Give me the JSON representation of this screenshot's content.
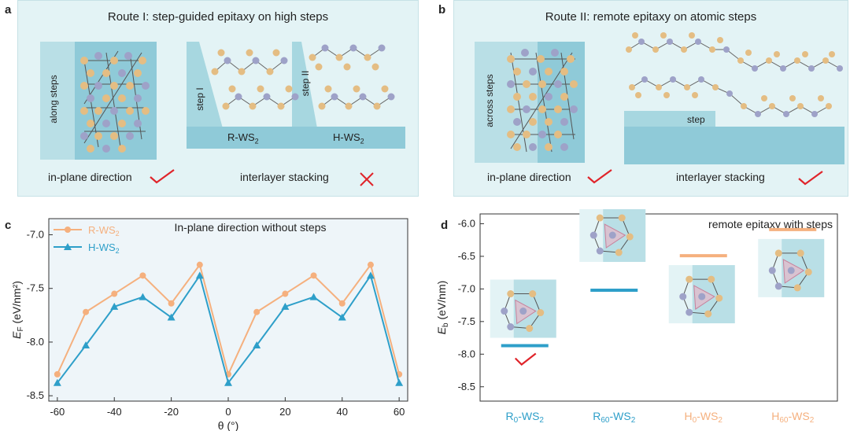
{
  "panel_a": {
    "letter": "a",
    "title": "Route I: step-guided epitaxy on high steps",
    "along_steps": "along steps",
    "step1": "step I",
    "step2": "step II",
    "r_ws2": "R-WS",
    "h_ws2": "H-WS",
    "sub2": "2",
    "in_plane": "in-plane direction",
    "interlayer": "interlayer stacking"
  },
  "panel_b": {
    "letter": "b",
    "title": "Route II: remote epitaxy on atomic steps",
    "across_steps": "across steps",
    "step": "step",
    "in_plane": "in-plane direction",
    "interlayer": "interlayer stacking"
  },
  "colors": {
    "r_series": "#f5b07e",
    "h_series": "#2e9fc9",
    "check": "#e0242a",
    "cross": "#e0242a",
    "atom_s": "#e4bd83",
    "atom_w": "#9ea2c8"
  },
  "chart_data": [
    {
      "type": "line",
      "letter": "c",
      "title": "In-plane direction without steps",
      "xlabel": "θ (°)",
      "ylabel_main": "E",
      "ylabel_sub": "F",
      "ylabel_unit": " (eV/nm²)",
      "x": [
        -60,
        -50,
        -40,
        -30,
        -20,
        -10,
        0,
        10,
        20,
        30,
        40,
        50,
        60
      ],
      "xlim": [
        -63,
        63
      ],
      "ylim": [
        -8.55,
        -6.85
      ],
      "xticks": [
        "-60",
        "-40",
        "-20",
        "0",
        "20",
        "40",
        "60"
      ],
      "yticks": [
        "-7.0",
        "-7.5",
        "-8.0",
        "-8.5"
      ],
      "xtick_values": [
        -60,
        -40,
        -20,
        0,
        20,
        40,
        60
      ],
      "ytick_values": [
        -7.0,
        -7.5,
        -8.0,
        -8.5
      ],
      "legend_position": "top-left",
      "series": [
        {
          "name": "R-WS2",
          "label_main": "R-WS",
          "label_sub": "2",
          "marker": "circle",
          "values": [
            -8.3,
            -7.72,
            -7.55,
            -7.38,
            -7.64,
            -7.28,
            -8.3,
            -7.72,
            -7.55,
            -7.38,
            -7.64,
            -7.28,
            -8.3
          ]
        },
        {
          "name": "H-WS2",
          "label_main": "H-WS",
          "label_sub": "2",
          "marker": "triangle",
          "values": [
            -8.38,
            -8.03,
            -7.67,
            -7.58,
            -7.77,
            -7.38,
            -8.38,
            -8.03,
            -7.67,
            -7.58,
            -7.77,
            -7.38,
            -8.38
          ]
        }
      ]
    },
    {
      "type": "bar",
      "letter": "d",
      "title": "remote epitaxy with steps",
      "ylabel_main": "E",
      "ylabel_sub": "b",
      "ylabel_unit": " (eV/nm)",
      "ylim": [
        -8.72,
        -5.85
      ],
      "yticks": [
        "-6.0",
        "-6.5",
        "-7.0",
        "-7.5",
        "-8.0",
        "-8.5"
      ],
      "ytick_values": [
        -6.0,
        -6.5,
        -7.0,
        -7.5,
        -8.0,
        -8.5
      ],
      "categories": [
        {
          "main": "R",
          "sub": "0",
          "rest": "-WS",
          "sub2": "2",
          "color": "#2e9fc9"
        },
        {
          "main": "R",
          "sub": "60",
          "rest": "-WS",
          "sub2": "2",
          "color": "#2e9fc9"
        },
        {
          "main": "H",
          "sub": "0",
          "rest": "-WS",
          "sub2": "2",
          "color": "#f5b07e"
        },
        {
          "main": "H",
          "sub": "60",
          "rest": "-WS",
          "sub2": "2",
          "color": "#f5b07e"
        }
      ],
      "values": [
        -7.87,
        -7.02,
        -6.49,
        -6.09
      ]
    }
  ]
}
